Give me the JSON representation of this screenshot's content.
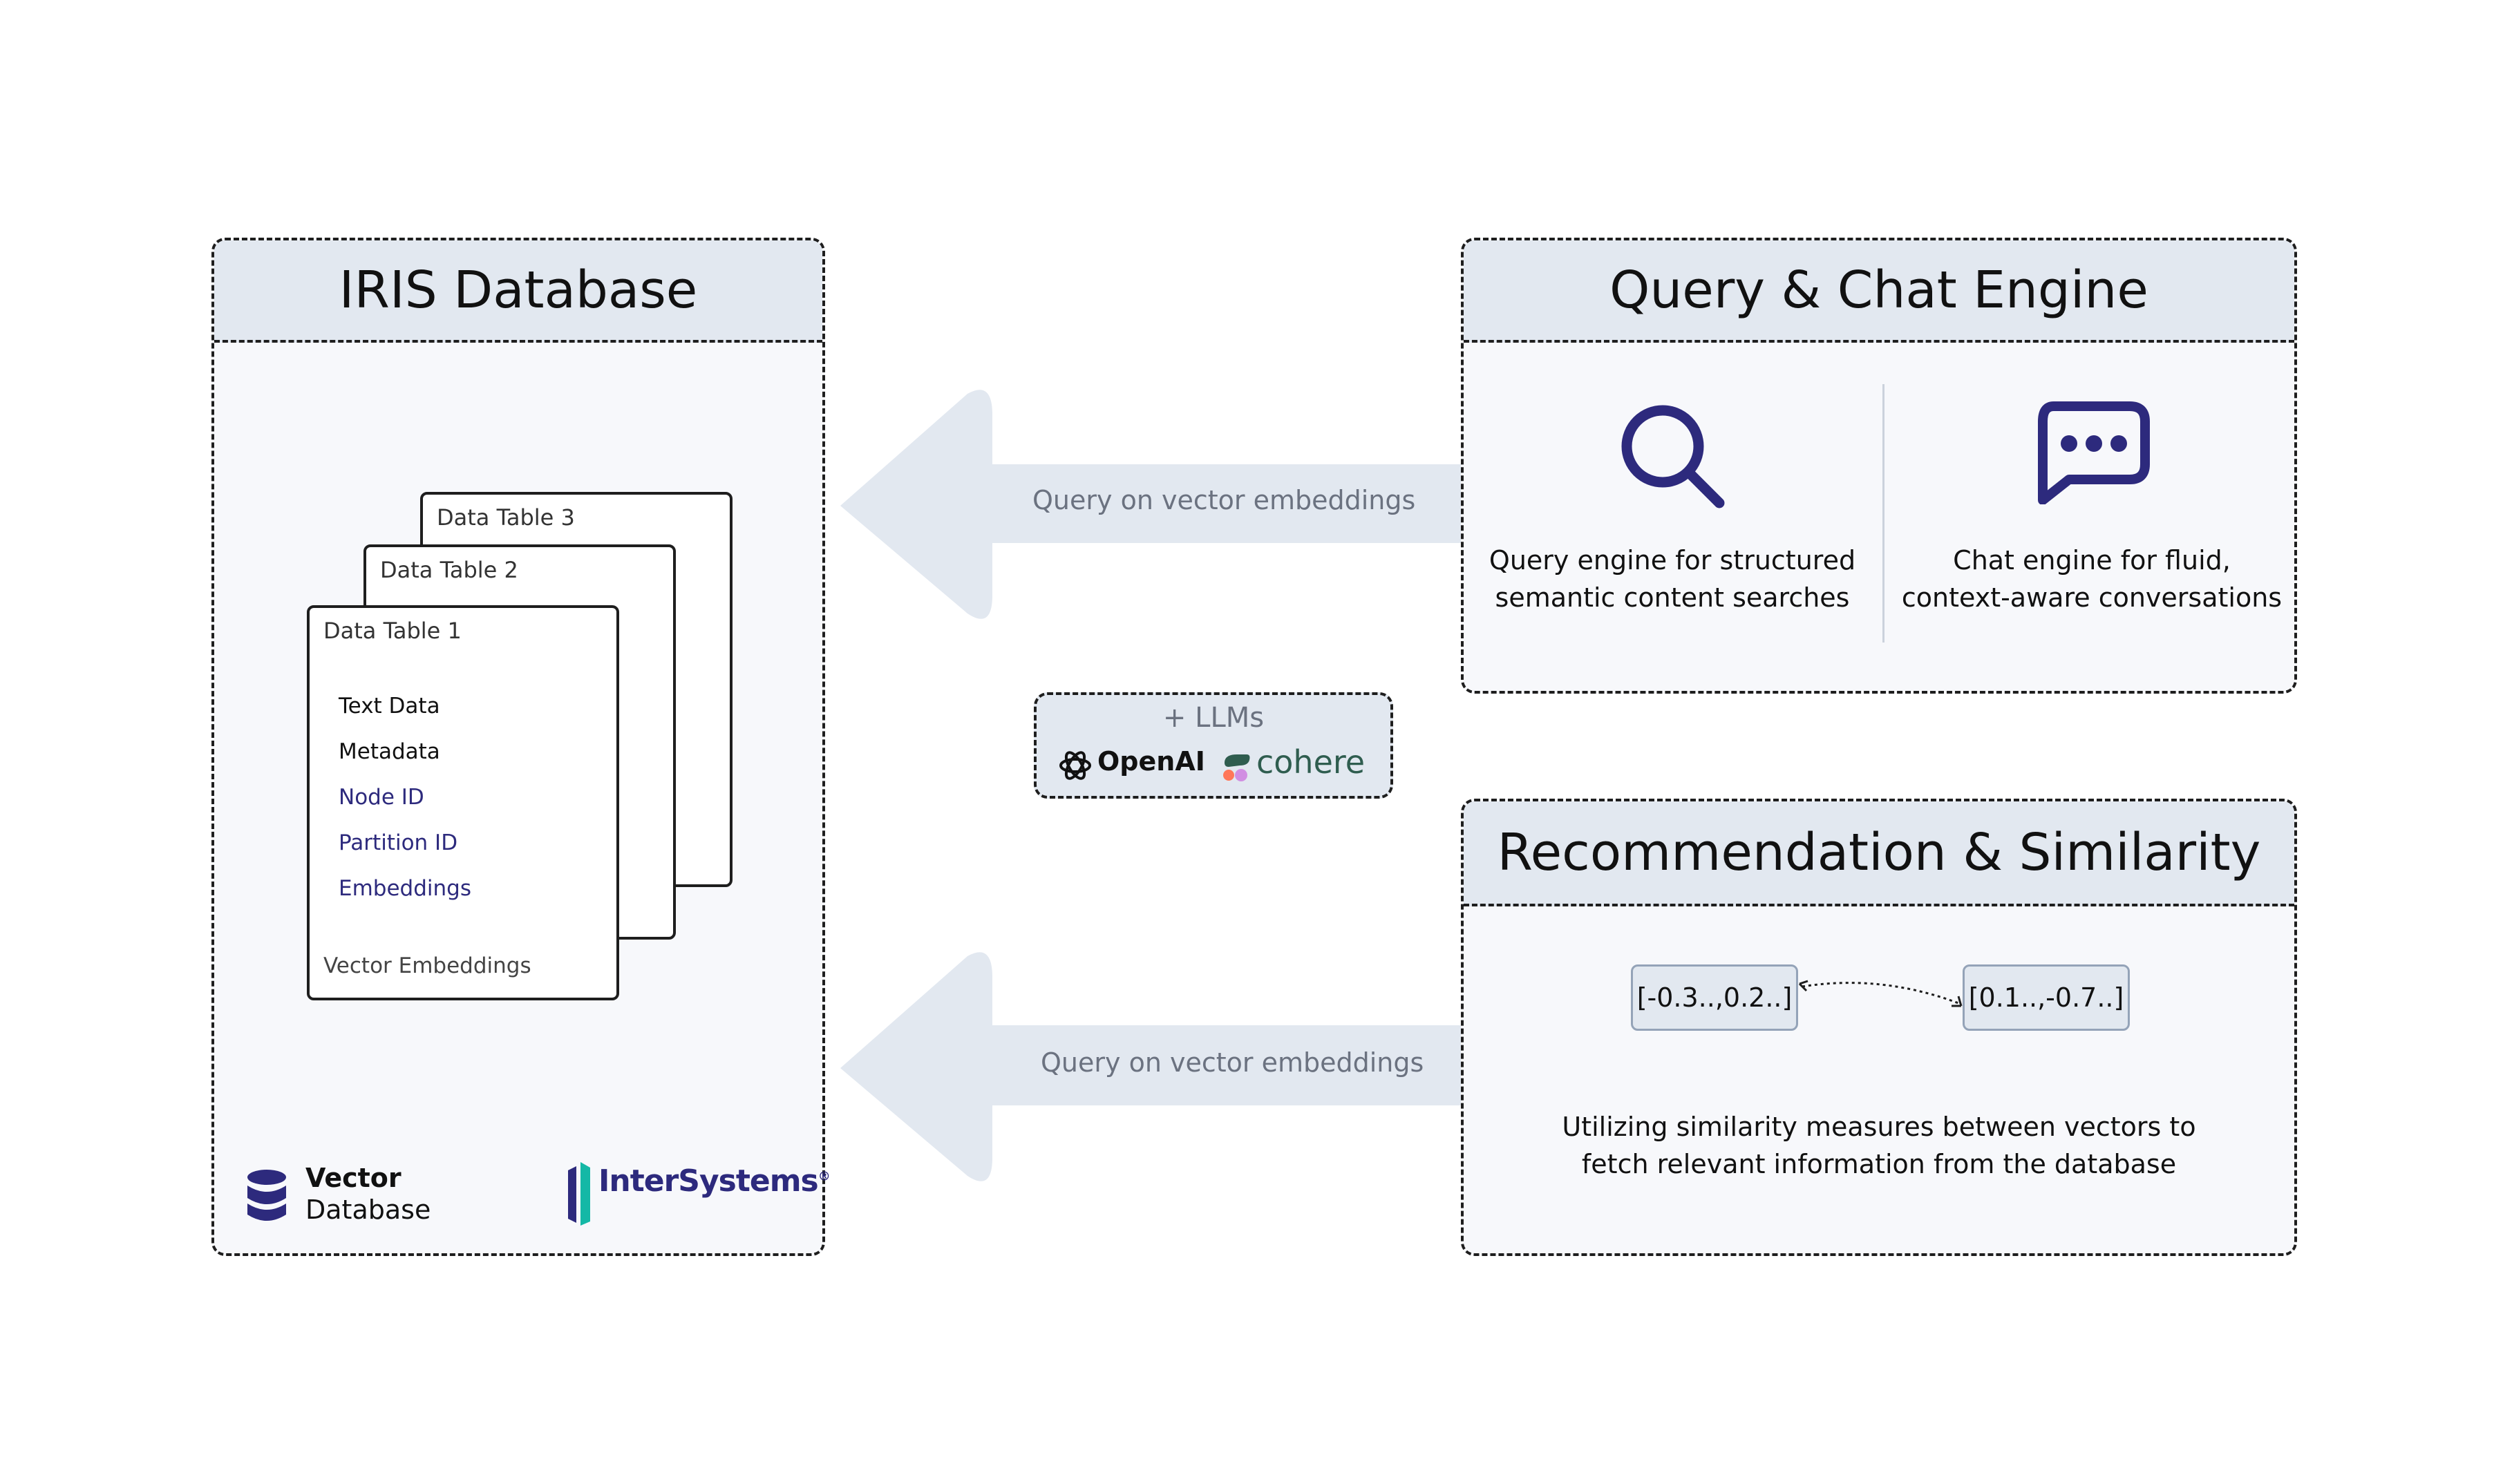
{
  "iris": {
    "title": "IRIS Database",
    "tables": [
      "Data Table 3",
      "Data Table 2",
      "Data Table 1"
    ],
    "fields": [
      "Text Data",
      "Metadata",
      "Node ID",
      "Partition ID",
      "Embeddings"
    ],
    "footer_label": "Vector Embeddings",
    "vector_label_line1": "Vector",
    "vector_label_line2": "Database",
    "brand": "InterSystems",
    "brand_mark": "®"
  },
  "arrows": {
    "top_label": "Query on vector embeddings",
    "bottom_label": "Query on vector embeddings"
  },
  "llms": {
    "title": "+ LLMs",
    "provider1": "OpenAI",
    "provider2": "cohere"
  },
  "query_chat": {
    "title": "Query & Chat Engine",
    "query_desc_line1": "Query engine for structured",
    "query_desc_line2": "semantic content searches",
    "chat_desc_line1": "Chat engine for fluid,",
    "chat_desc_line2": "context-aware conversations"
  },
  "recommendation": {
    "title": "Recommendation & Similarity",
    "vector1": "[-0.3..,0.2..]",
    "vector2": "[0.1..,-0.7..]",
    "desc_line1": "Utilizing similarity measures between vectors to",
    "desc_line2": "fetch relevant information from the database"
  },
  "colors": {
    "accent": "#2d2a7d",
    "header_bg": "#e2e8f0",
    "panel_bg": "#f7f8fb",
    "arrow": "#e2e8f0",
    "muted_text": "#6b7280",
    "brand_teal": "#14b8a6",
    "cohere_green": "#2f5d4f",
    "cohere_orange": "#ff7759",
    "cohere_purple": "#d18ee2"
  },
  "icons": [
    "database-icon",
    "intersystems-logo-icon",
    "search-icon",
    "chat-bubble-icon",
    "openai-logo-icon",
    "cohere-logo-icon"
  ]
}
